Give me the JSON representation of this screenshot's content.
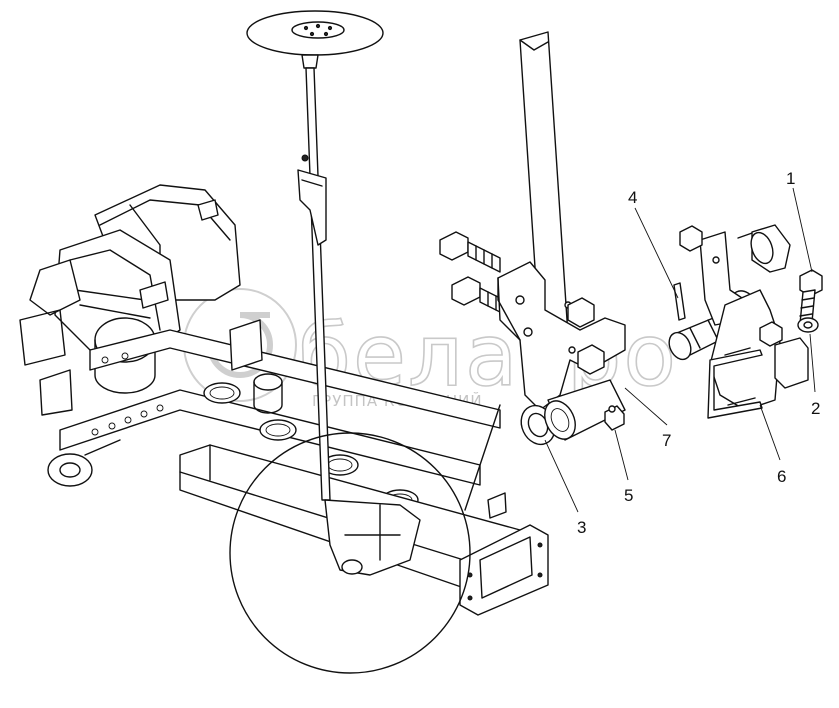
{
  "watermark": {
    "brand": "белагро",
    "tagline": "ГРУППА КОМПАНИЙ"
  },
  "callouts": [
    {
      "id": "1",
      "text": "1"
    },
    {
      "id": "2",
      "text": "2"
    },
    {
      "id": "3",
      "text": "3"
    },
    {
      "id": "4",
      "text": "4"
    },
    {
      "id": "5",
      "text": "5"
    },
    {
      "id": "6",
      "text": "6"
    },
    {
      "id": "7",
      "text": "7"
    }
  ]
}
